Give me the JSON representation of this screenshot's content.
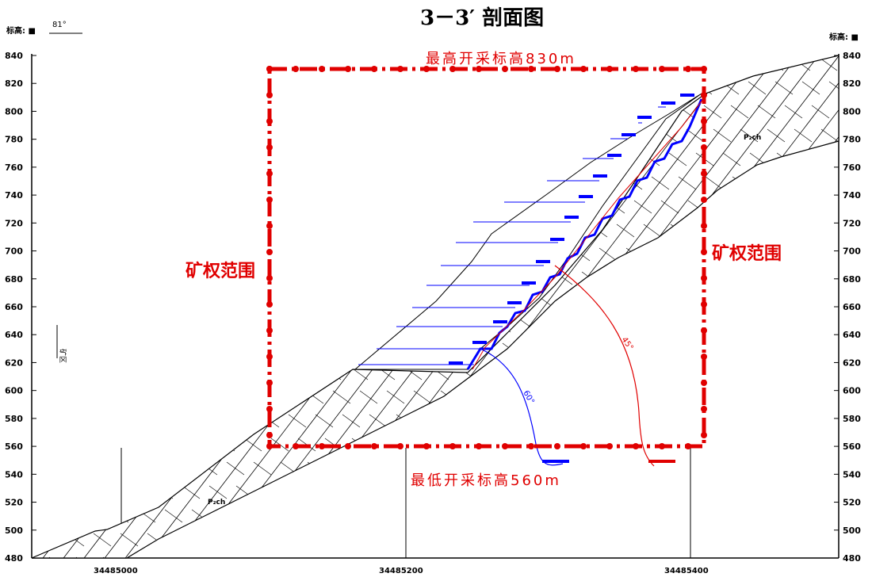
{
  "title": "3－3′ 剖面图",
  "left_axis_label": "标高: ■",
  "right_axis_label": "标高: ■",
  "top_note": "81°",
  "y_ticks": [
    "840",
    "820",
    "800",
    "780",
    "760",
    "740",
    "720",
    "700",
    "680",
    "660",
    "640",
    "620",
    "600",
    "580",
    "560",
    "540",
    "520",
    "500",
    "480"
  ],
  "x_ticks": [
    "34485000",
    "34485200",
    "34485400"
  ],
  "max_elevation_label": "最高开采标高830m",
  "min_elevation_label": "最低开采标高560m",
  "mining_area_label_left": "矿权范围",
  "mining_area_label_right": "矿权范围",
  "rock_label_lower": "P₂ch",
  "rock_label_upper": "P₂ch",
  "angle_blue": "60°",
  "angle_red": "45°",
  "left_note": "矿区",
  "colors": {
    "boundary": "#e00000",
    "bench": "#0000ff",
    "hatch": "#000000"
  }
}
